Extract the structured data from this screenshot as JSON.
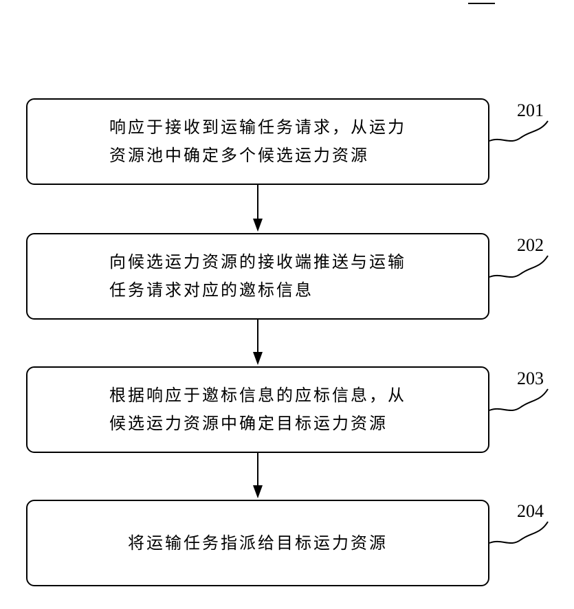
{
  "steps": [
    {
      "number": "201",
      "lines": [
        "响应于接收到运输任务请求，从运力",
        "资源池中确定多个候选运力资源"
      ]
    },
    {
      "number": "202",
      "lines": [
        "向候选运力资源的接收端推送与运输",
        "任务请求对应的邀标信息"
      ]
    },
    {
      "number": "203",
      "lines": [
        "根据响应于邀标信息的应标信息，从",
        "候选运力资源中确定目标运力资源"
      ]
    },
    {
      "number": "204",
      "lines": [
        "将运输任务指派给目标运力资源"
      ]
    }
  ]
}
